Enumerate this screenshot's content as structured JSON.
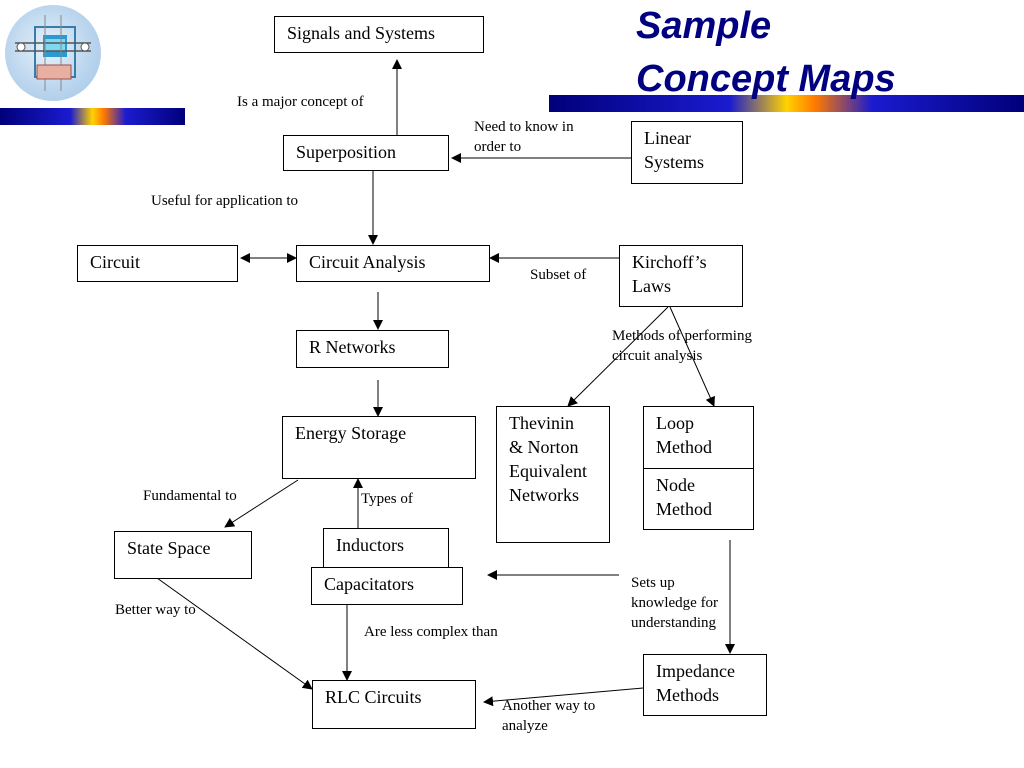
{
  "title": {
    "line1": "Sample",
    "line2": "Concept Maps"
  },
  "logo": {
    "icon": "circuit-emblem-icon"
  },
  "colors": {
    "title": "#000080",
    "bar_dark": "#00007a",
    "bar_accent": "#ff7a00"
  },
  "nodes": {
    "signals": "Signals and Systems",
    "superposition": "Superposition",
    "linear1": "Linear",
    "linear2": "Systems",
    "circuit": "Circuit",
    "circuit_analysis": "Circuit Analysis",
    "kirchoff1": "Kirchoff’s",
    "kirchoff2": "Laws",
    "r_networks": "R Networks",
    "energy_storage": "Energy Storage",
    "thevinin1": "Thevinin",
    "thevinin2": "& Norton",
    "thevinin3": "Equivalent",
    "thevinin4": "Networks",
    "loop1": "Loop",
    "loop2": "Method",
    "node1": "Node",
    "node2": "Method",
    "state_space": "State Space",
    "inductors": "Inductors",
    "capacitators": "Capacitators",
    "rlc": "RLC Circuits",
    "impedance1": "Impedance",
    "impedance2": "Methods"
  },
  "labels": {
    "major_concept": "Is a major concept of",
    "need_to_know1": "Need to know in",
    "need_to_know2": "order to",
    "useful_for": "Useful for application  to",
    "subset_of": "Subset of",
    "methods1": "Methods of performing",
    "methods2": "circuit analysis",
    "fundamental_to": "Fundamental to",
    "types_of": "Types of",
    "better_way": "Better way to",
    "less_complex": "Are less complex than",
    "sets_up1": "Sets up",
    "sets_up2": "knowledge for",
    "sets_up3": "understanding",
    "another_way1": "Another way to",
    "another_way2": "analyze"
  }
}
